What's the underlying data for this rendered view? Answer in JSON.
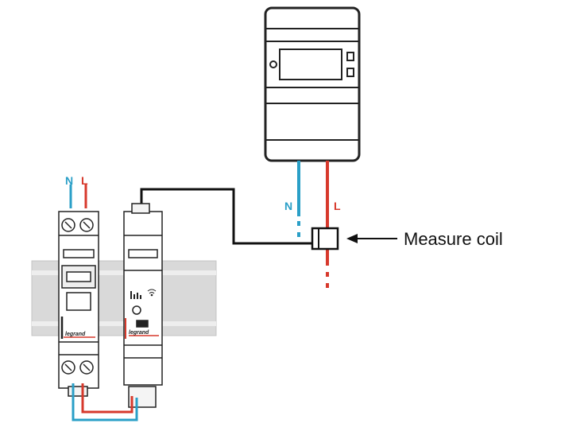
{
  "labels": {
    "neutral": "N",
    "live": "L",
    "callout": "Measure coil",
    "brand": "legrand"
  },
  "colors": {
    "neutral": "#2a9fc7",
    "live": "#d7392c",
    "data_wire": "#111111",
    "rail": "#d9d9d9",
    "outline": "#222222"
  },
  "icons": [
    "wifi-icon",
    "bar-graph-icon",
    "arrow-left-icon"
  ]
}
